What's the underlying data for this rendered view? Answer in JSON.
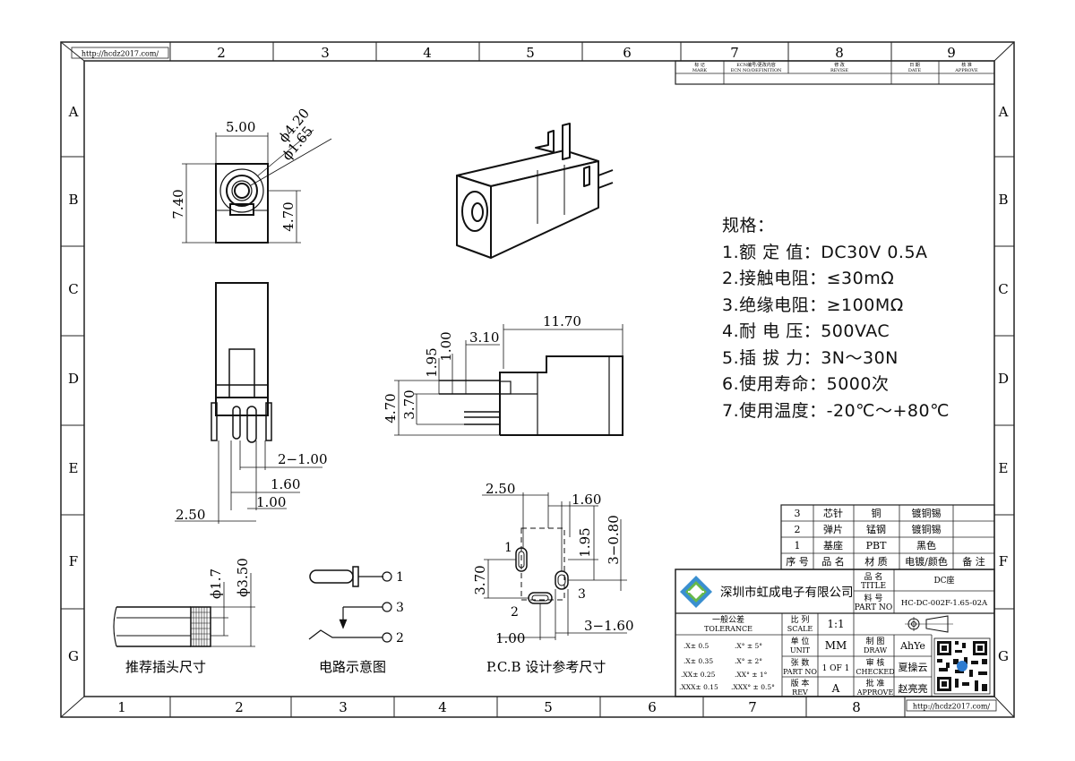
{
  "header": {
    "url": "http://hcdz2017.com/",
    "columns": [
      "1",
      "2",
      "3",
      "4",
      "5",
      "6",
      "7",
      "8",
      "9"
    ],
    "rows": [
      "A",
      "B",
      "C",
      "D",
      "E",
      "F",
      "G"
    ],
    "revision_block": [
      {
        "cn": "标 记",
        "en": "MARK"
      },
      {
        "cn": "ECN编号/更改内容",
        "en": "ECN NO/DEFINITION"
      },
      {
        "cn": "修 改",
        "en": "REVISE"
      },
      {
        "cn": "日 期",
        "en": "DATE"
      },
      {
        "cn": "核 准",
        "en": "APPROVE"
      }
    ]
  },
  "specs": {
    "title": "规格：",
    "items": [
      "1.额 定 值：DC30V 0.5A",
      "2.接触电阻：≤30mΩ",
      "3.绝缘电阻：≥100MΩ",
      "4.耐 电 压：500VAC",
      "5.插 拔 力：3N～30N",
      "6.使用寿命：5000次",
      "7.使用温度：-20℃～+80℃"
    ]
  },
  "dimensions": {
    "front": {
      "width": "5.00",
      "height": "7.40",
      "hole_outer": "ϕ4.20",
      "hole_inner": "ϕ1.65",
      "pin_height": "4.70"
    },
    "side": {
      "length": "11.70",
      "d1": "3.10",
      "d2": "1.00",
      "d3": "1.95",
      "d4": "4.70",
      "d5": "3.70"
    },
    "bottom": {
      "d1": "2−1.00",
      "d2": "1.60",
      "d3": "1.00",
      "d4": "2.50"
    },
    "plug": {
      "d1": "ϕ1.7",
      "d2": "ϕ3.50"
    },
    "pcb": {
      "d1": "2.50",
      "d2": "1.60",
      "d3": "1.95",
      "d4": "3−0.80",
      "d5": "3.70",
      "d6": "3−1.60",
      "d7": "1.00"
    }
  },
  "captions": {
    "plug": "推荐插头尺寸",
    "circuit": "电路示意图",
    "pcb": "P.C.B 设计参考尺寸"
  },
  "pins": {
    "circuit": [
      "1",
      "3",
      "2"
    ],
    "pcb": [
      "1",
      "2",
      "3"
    ]
  },
  "bom": {
    "rows": [
      {
        "no": "3",
        "name": "芯针",
        "material": "铜",
        "finish": "镀铜锡",
        "note": ""
      },
      {
        "no": "2",
        "name": "弹片",
        "material": "锰钢",
        "finish": "镀铜锡",
        "note": ""
      },
      {
        "no": "1",
        "name": "基座",
        "material": "PBT",
        "finish": "黑色",
        "note": ""
      }
    ],
    "headers": {
      "no": "序 号",
      "name": "品 名",
      "material": "材 质",
      "finish": "电镀/颜色",
      "note": "备 注"
    }
  },
  "title_block": {
    "company": "深圳市虹成电子有限公司",
    "title_label_cn": "品 名",
    "title_label_en": "TITLE",
    "title_value": "DC座",
    "part_label_cn": "料 号",
    "part_label_en": "PART NO",
    "part_value": "HC-DC-002F-1.65-02A",
    "tolerance_cn": "一般公差",
    "tolerance_en": "TOLERANCE",
    "tolerances": [
      [
        ".X± 0.5",
        ".X° ± 5°"
      ],
      [
        ".X± 0.35",
        ".X° ± 2°"
      ],
      [
        ".XX± 0.25",
        ".XX° ± 1°"
      ],
      [
        ".XXX± 0.15",
        ".XXX° ± 0.5°"
      ]
    ],
    "scale_cn": "比 列",
    "scale_en": "SCALE",
    "scale_value": "1:1",
    "unit_cn": "单 位",
    "unit_en": "UNIT",
    "unit_value": "MM",
    "sheet_cn": "张 数",
    "sheet_en": "PART NO",
    "sheet_value": "1 OF 1",
    "rev_cn": "版 本",
    "rev_en": "REV",
    "rev_value": "A",
    "draw_cn": "制 图",
    "draw_en": "DRAW",
    "draw_value": "AhYe",
    "check_cn": "审 核",
    "check_en": "CHECKED",
    "check_value": "夏操云",
    "approve_cn": "批 准",
    "approve_en": "APPROVE",
    "approve_value": "赵亮亮"
  }
}
